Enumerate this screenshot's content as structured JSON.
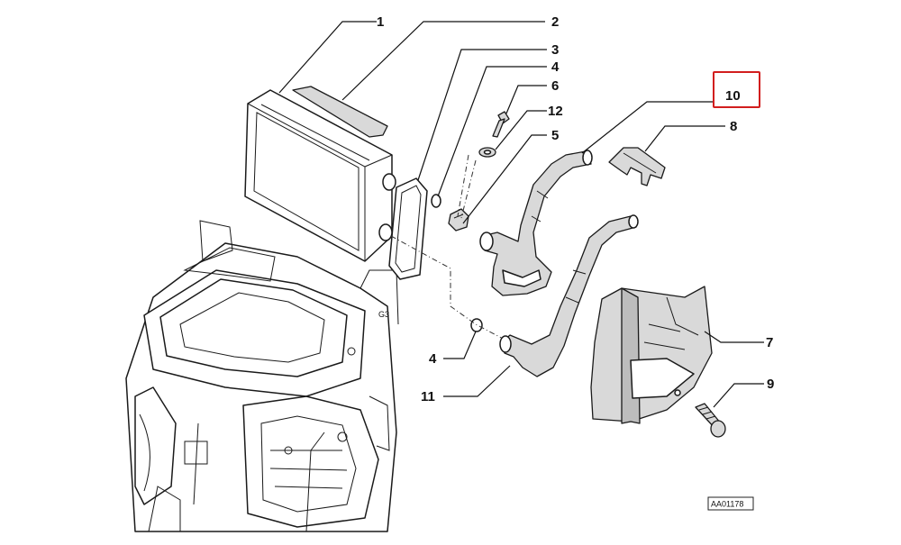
{
  "diagram": {
    "callouts": [
      "1",
      "2",
      "3",
      "4",
      "6",
      "12",
      "5",
      "10",
      "8",
      "7",
      "9",
      "4",
      "11"
    ],
    "highlighted_callout": "10",
    "highlight_color": "#d21e1e",
    "reference_code": "AA01178",
    "housing_mark": "G3"
  }
}
